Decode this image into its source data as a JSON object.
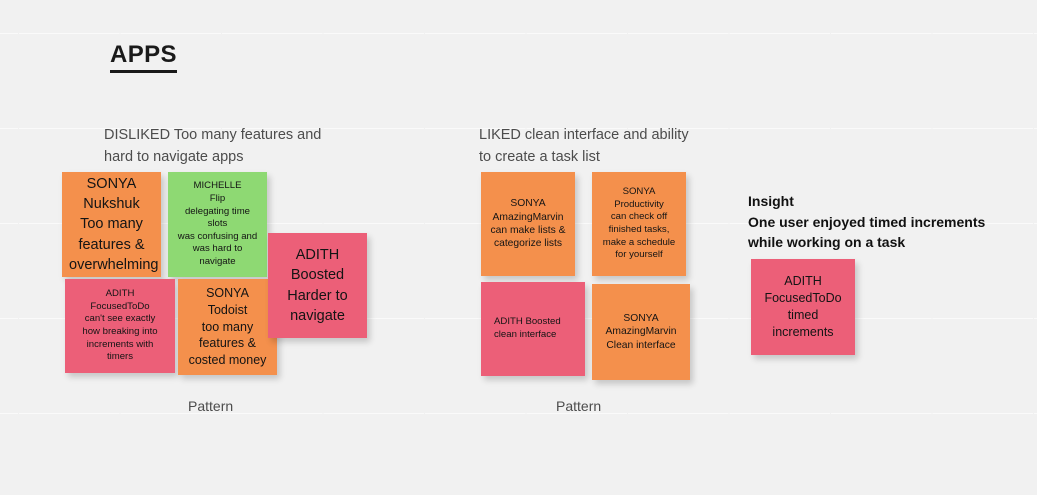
{
  "board": {
    "title": "APPS",
    "background_color": "#f1f1f1",
    "grid_line_color": "#fafafa"
  },
  "colors": {
    "orange": "#f4904c",
    "pink": "#ec5f78",
    "green": "#8ed973",
    "text": "#141414",
    "heading": "#4c4c4c"
  },
  "sections": [
    {
      "id": "disliked",
      "heading": "DISLIKED Too many features and\nhard to navigate apps",
      "footer_label": "Pattern"
    },
    {
      "id": "liked",
      "heading": "LIKED clean interface and ability\nto create a task list",
      "footer_label": "Pattern"
    },
    {
      "id": "insight",
      "heading": "Insight\nOne user enjoyed timed increments\nwhile working on a task"
    }
  ],
  "notes": [
    {
      "id": "sonya-nukshuk",
      "color": "orange",
      "text": "SONYA\nNukshuk\nToo many\nfeatures &\noverwhelming"
    },
    {
      "id": "michelle-flip",
      "color": "green",
      "text": "MICHELLE\nFlip\ndelegating time slots\nwas confusing and\nwas hard to navigate"
    },
    {
      "id": "adith-focusedtodo-dislike",
      "color": "pink",
      "text": "ADITH\nFocusedToDo\ncan't see exactly\nhow breaking into\nincrements with\ntimers"
    },
    {
      "id": "sonya-todoist",
      "color": "orange",
      "text": "SONYA\nTodoist\ntoo many\nfeatures &\ncosted money"
    },
    {
      "id": "adith-boosted-navigate",
      "color": "pink",
      "text": "ADITH\nBoosted\nHarder to\nnavigate"
    },
    {
      "id": "sonya-amazingmarvin-lists",
      "color": "orange",
      "text": "SONYA\nAmazingMarvin\ncan make lists &\ncategorize lists"
    },
    {
      "id": "sonya-productivity",
      "color": "orange",
      "text": "SONYA\nProductivity\ncan check off\nfinished tasks,\nmake a schedule\nfor yourself"
    },
    {
      "id": "adith-boosted-clean",
      "color": "pink",
      "text": "ADITH Boosted\nclean interface"
    },
    {
      "id": "sonya-amazingmarvin-clean",
      "color": "orange",
      "text": "SONYA\nAmazingMarvin\nClean interface"
    },
    {
      "id": "adith-focusedtodo-timed",
      "color": "pink",
      "text": "ADITH\nFocusedToDo\ntimed\nincrements"
    }
  ]
}
